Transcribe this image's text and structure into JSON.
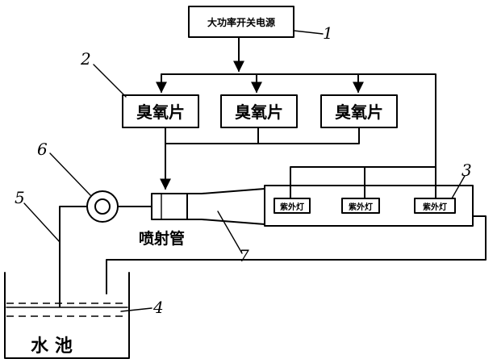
{
  "components": {
    "power_supply": "大功率开关电源",
    "ozone_plate": "臭氧片",
    "uv_lamp": "紫外灯",
    "jet_pipe": "喷射管",
    "pool": "水 池"
  },
  "callouts": [
    "1",
    "2",
    "3",
    "4",
    "5",
    "6",
    "7"
  ]
}
